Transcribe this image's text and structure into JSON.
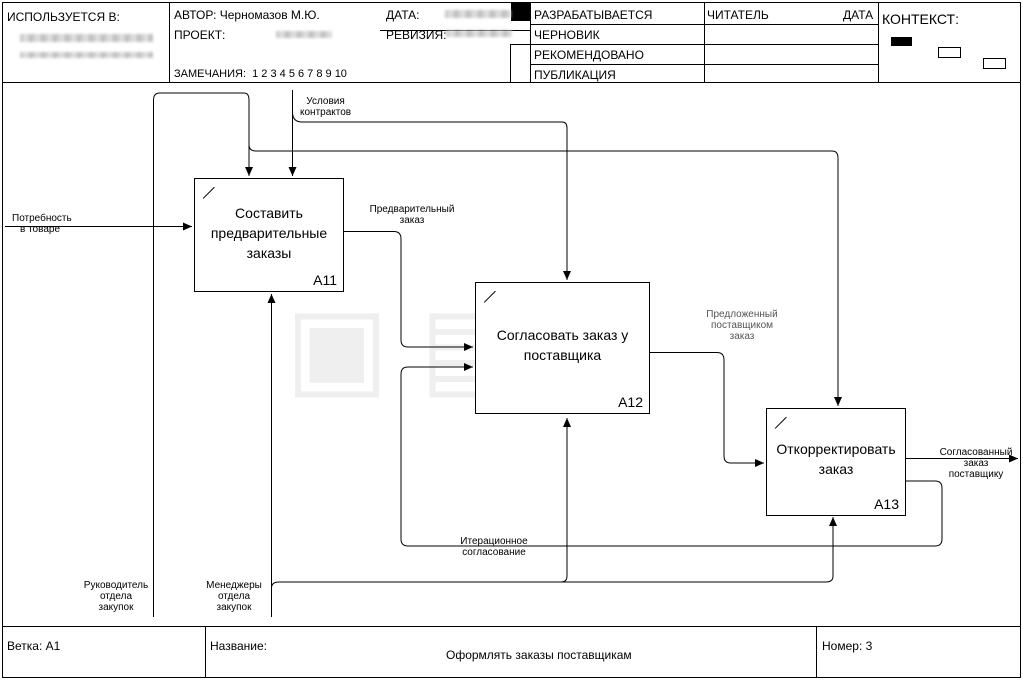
{
  "header": {
    "used_at_label": "ИСПОЛЬЗУЕТСЯ В:",
    "author_label": "АВТОР: Черномазов М.Ю.",
    "project_label": "ПРОЕКТ:",
    "date_label": "ДАТА:",
    "revision_label": "РЕВИЗИЯ:",
    "notes_label": "ЗАМЕЧАНИЯ:",
    "notes_numbers": "1 2 3 4 5 6 7 8 9 10",
    "status_items": [
      "РАЗРАБАТЫВАЕТСЯ",
      "ЧЕРНОВИК",
      "РЕКОМЕНДОВАНО",
      "ПУБЛИКАЦИЯ"
    ],
    "reader_label": "ЧИТАТЕЛЬ",
    "reader_date_label": "ДАТА",
    "context_label": "КОНТЕКСТ:"
  },
  "diagram": {
    "boxes": [
      {
        "id": "A11",
        "title_lines": [
          "Составить",
          "предварительные",
          "заказы"
        ],
        "number": "A11"
      },
      {
        "id": "A12",
        "title_lines": [
          "Согласовать заказ у",
          "поставщика"
        ],
        "number": "A12"
      },
      {
        "id": "A13",
        "title_lines": [
          "Откорректировать",
          "заказ"
        ],
        "number": "A13"
      }
    ],
    "labels": {
      "need": [
        "Потребность",
        "в товаре"
      ],
      "contract_terms": [
        "Условия",
        "контрактов"
      ],
      "prelim_order": [
        "Предварительный",
        "заказ"
      ],
      "supplier_offer": [
        "Предложенный",
        "поставщиком",
        "заказ"
      ],
      "agreed_order": [
        "Согласованный",
        "заказ",
        "поставщику"
      ],
      "iteration": [
        "Итерационное",
        "согласование"
      ],
      "head": [
        "Руководитель",
        "отдела",
        "закупок"
      ],
      "managers": [
        "Менеджеры",
        "отдела",
        "закупок"
      ]
    }
  },
  "footer": {
    "branch": "Ветка: A1",
    "name_label": "Название:",
    "name_value": "Оформлять заказы поставщикам",
    "number": "Номер: 3"
  }
}
